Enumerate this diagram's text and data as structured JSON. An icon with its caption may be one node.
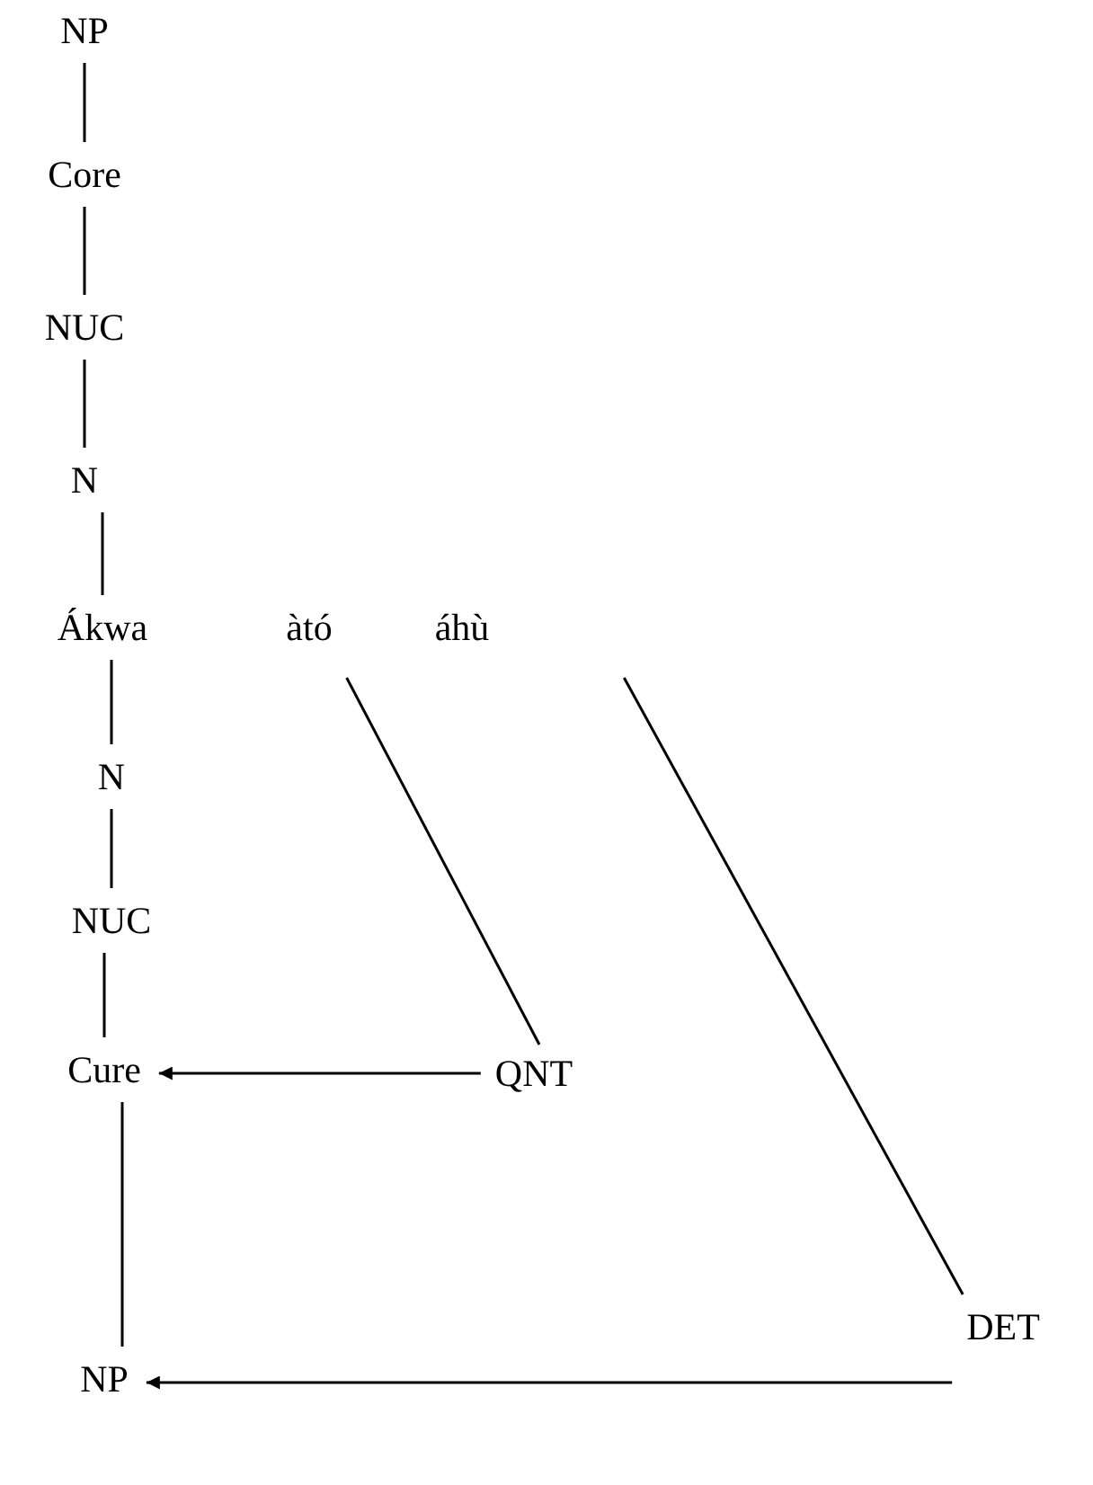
{
  "diagram": {
    "nodes": [
      {
        "text": [
          "NP"
        ]
      },
      {
        "text": [
          "Core"
        ]
      },
      {
        "text": [
          "NUC"
        ]
      },
      {
        "text": [
          "N"
        ]
      },
      {
        "text": [
          "Ákwa"
        ]
      },
      {
        "text": [
          "àtó"
        ]
      },
      {
        "text": [
          "áhù"
        ]
      },
      {
        "text": [
          "N"
        ]
      },
      {
        "text": [
          "NUC"
        ]
      },
      {
        "text": [
          "Cure"
        ]
      },
      {
        "text": [
          "QNT"
        ]
      },
      {
        "text": [
          "NP"
        ]
      },
      {
        "text": [
          "DET"
        ]
      }
    ],
    "edges": [
      {
        "from": 0,
        "to": 1,
        "arrow": "none"
      },
      {
        "from": 1,
        "to": 2,
        "arrow": "none"
      },
      {
        "from": 2,
        "to": 3,
        "arrow": "none"
      },
      {
        "from": 3,
        "to": 4,
        "arrow": "none"
      },
      {
        "from": 4,
        "to": 7,
        "arrow": "none"
      },
      {
        "from": 7,
        "to": 8,
        "arrow": "none"
      },
      {
        "from": 8,
        "to": 9,
        "arrow": "none"
      },
      {
        "from": 5,
        "to": 10,
        "arrow": "none"
      },
      {
        "from": 6,
        "to": 12,
        "arrow": "none"
      },
      {
        "from": 10,
        "to": 9,
        "arrow": "to"
      },
      {
        "from": 9,
        "to": 11,
        "arrow": "none"
      },
      {
        "from": 12,
        "to": 11,
        "arrow": "to"
      }
    ]
  }
}
